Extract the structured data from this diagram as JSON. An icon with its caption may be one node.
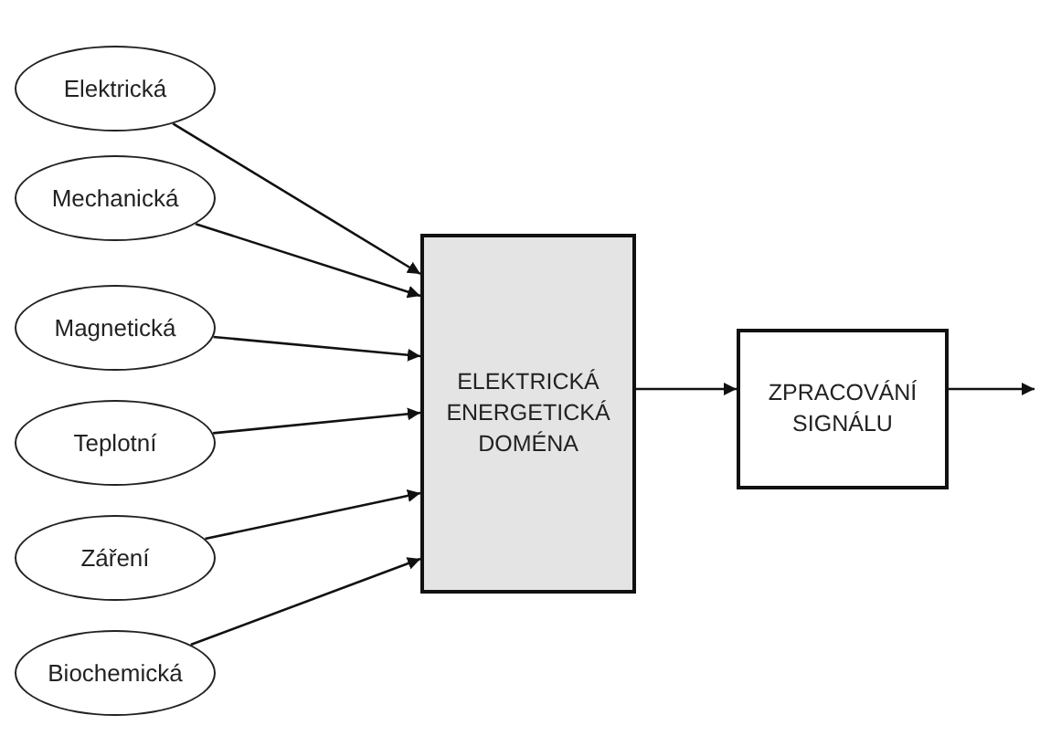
{
  "diagram": {
    "nodes": [
      {
        "text": [
          "Elektrická"
        ]
      },
      {
        "text": [
          "Mechanická"
        ]
      },
      {
        "text": [
          "Magnetická"
        ]
      },
      {
        "text": [
          "Teplotní"
        ]
      },
      {
        "text": [
          "Záření"
        ]
      },
      {
        "text": [
          "Biochemická"
        ]
      },
      {
        "text": [
          "ELEKTRICKÁ ENERGETICKÁ DOMÉNA"
        ]
      },
      {
        "text": [
          "ZPRACOVÁNÍ SIGNÁLU"
        ]
      }
    ],
    "edges": [
      {
        "from": 0,
        "to": 6,
        "arrow": "to"
      },
      {
        "from": 1,
        "to": 6,
        "arrow": "to"
      },
      {
        "from": 2,
        "to": 6,
        "arrow": "to"
      },
      {
        "from": 3,
        "to": 6,
        "arrow": "to"
      },
      {
        "from": 4,
        "to": 6,
        "arrow": "to"
      },
      {
        "from": 5,
        "to": 6,
        "arrow": "to"
      },
      {
        "from": 6,
        "to": 7,
        "arrow": "to"
      },
      {
        "from": 7,
        "to": null,
        "arrow": "to"
      }
    ]
  }
}
